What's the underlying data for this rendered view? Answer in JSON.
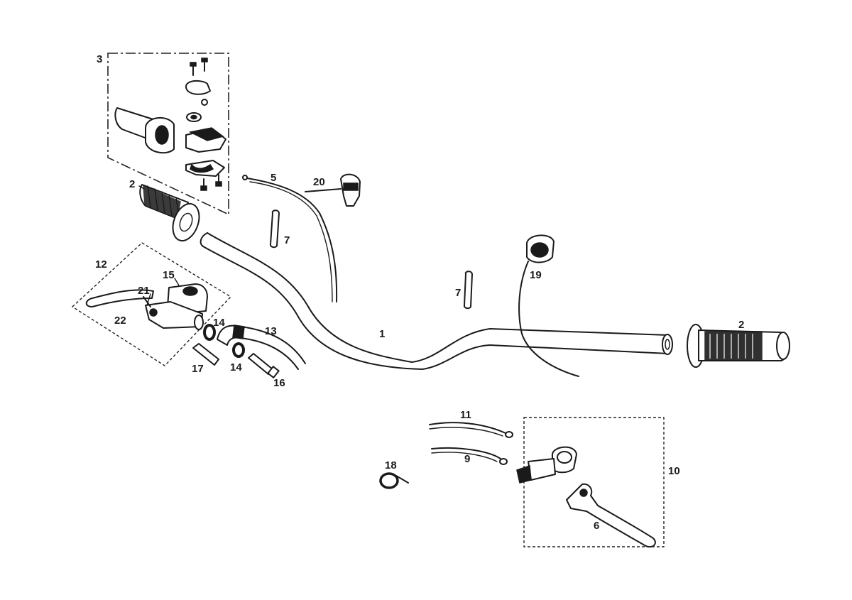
{
  "labels": {
    "l1": "1",
    "l2a": "2",
    "l2b": "2",
    "l3": "3",
    "l5": "5",
    "l6": "6",
    "l7a": "7",
    "l7b": "7",
    "l9": "9",
    "l10": "10",
    "l11": "11",
    "l12": "12",
    "l13": "13",
    "l14a": "14",
    "l14b": "14",
    "l15": "15",
    "l16": "16",
    "l17": "17",
    "l18": "18",
    "l19": "19",
    "l20": "20",
    "l21": "21",
    "l22": "22"
  }
}
